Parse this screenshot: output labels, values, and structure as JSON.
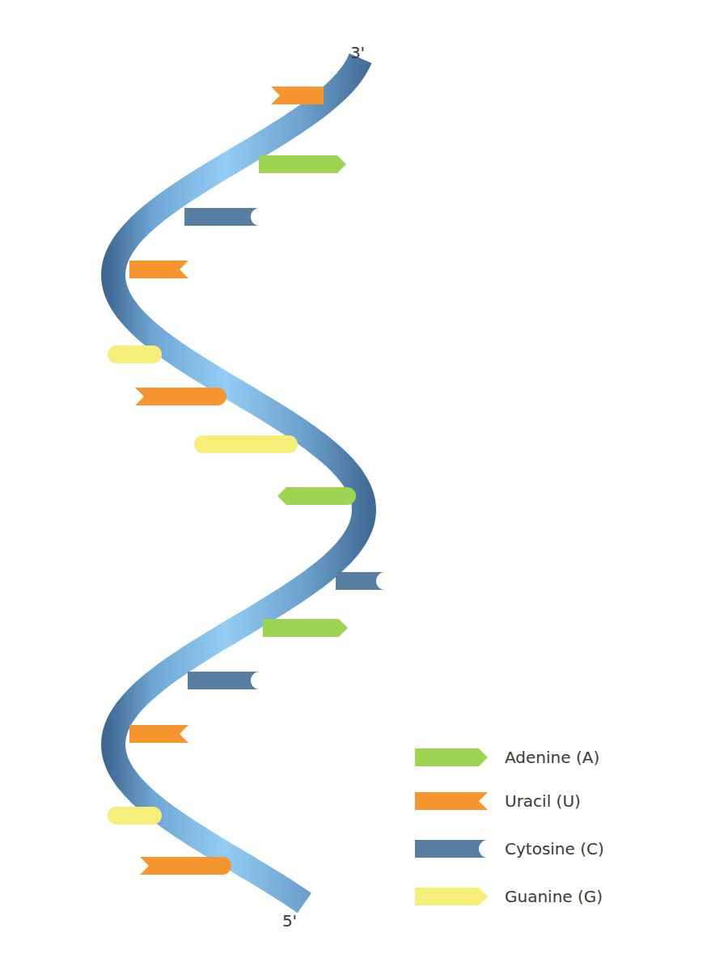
{
  "diagram": {
    "labels": [
      "3'",
      "5'"
    ],
    "legend": [
      {
        "text": "Adenine (A)",
        "color": "#9dd552"
      },
      {
        "text": "Uracil (U)",
        "color": "#f7962f"
      },
      {
        "text": "Cytosine (C)",
        "color": "#587fa1"
      },
      {
        "text": "Guanine (G)",
        "color": "#f5ee78"
      }
    ]
  }
}
